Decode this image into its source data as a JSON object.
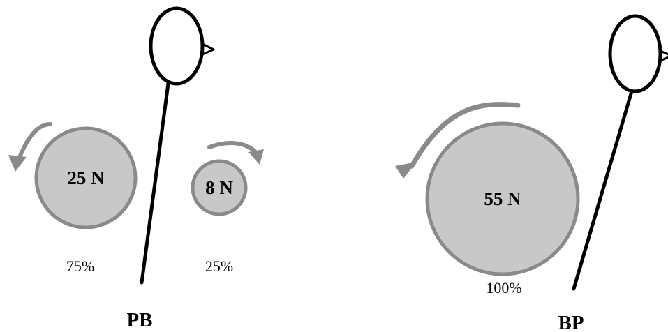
{
  "colors": {
    "circle_fill": "#c8c8c8",
    "circle_stroke": "#8a8a8a",
    "arrow": "#8a8a8a",
    "line": "#000000"
  },
  "panels": [
    {
      "title": "PB",
      "forces": [
        {
          "label": "25 N",
          "percent": "75%",
          "rotation": "counterclockwise"
        },
        {
          "label": "8 N",
          "percent": "25%",
          "rotation": "clockwise"
        }
      ]
    },
    {
      "title": "BP",
      "forces": [
        {
          "label": "55 N",
          "percent": "100%",
          "rotation": "counterclockwise"
        }
      ]
    }
  ]
}
